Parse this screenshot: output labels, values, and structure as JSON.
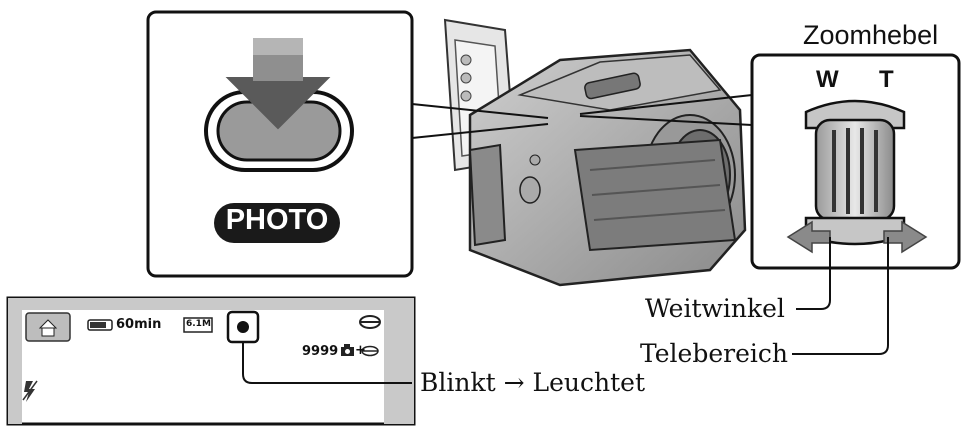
{
  "photo_button": {
    "label": "PHOTO",
    "icon": "photo-button-press-arrow-icon"
  },
  "zoom_lever": {
    "title": "Zoomhebel",
    "wide_letter": "W",
    "tele_letter": "T",
    "wide_label": "Weitwinkel",
    "tele_label": "Telebereich"
  },
  "lcd": {
    "battery": "60min",
    "image_size": "6.1M",
    "remaining": "9999",
    "icons": [
      "home-icon",
      "battery-icon",
      "image-size-icon",
      "record-indicator-icon",
      "media-icon",
      "camera-icon",
      "memory-icon",
      "flash-off-icon"
    ]
  },
  "indicator_callout": {
    "before": "Blinkt",
    "arrow": "→",
    "after": "Leuchtet"
  },
  "colors": {
    "line": "#111111",
    "panel_fill": "#d8d8d8",
    "arrow_fill": "#555555",
    "button_fill": "#9a9a9a",
    "label_bg": "#1a1a1a"
  }
}
